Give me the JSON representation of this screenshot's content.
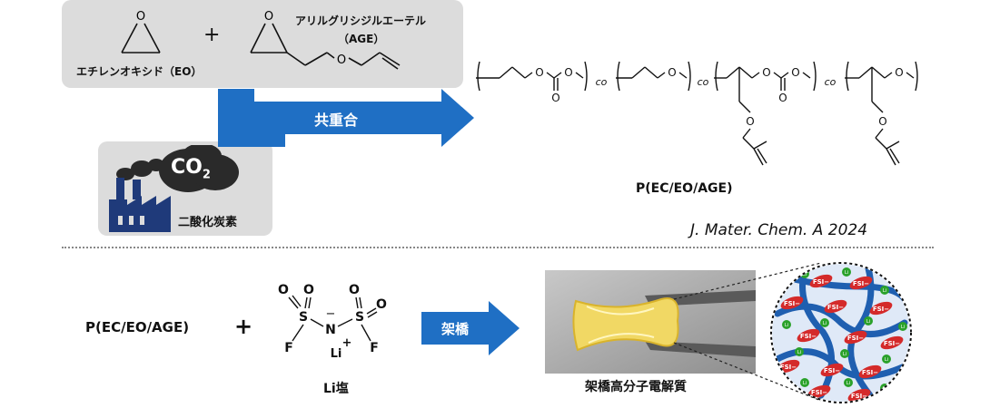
{
  "top": {
    "eo_label": "エチレンオキシド（EO）",
    "plus": "+",
    "age_label_1": "アリルグリシジルエーテル",
    "age_label_2": "（AGE）",
    "co2_text": "CO",
    "co2_sub": "2",
    "co2_label": "二酸化炭素",
    "arrow_label": "共重合",
    "polymer_name": "P(EC/EO/AGE)",
    "co_mark": "co",
    "atom_o": "O"
  },
  "citation": "J. Mater. Chem. A 2024",
  "bottom": {
    "polymer": "P(EC/EO/AGE)",
    "plus": "+",
    "atom_o": "O",
    "atom_s": "S",
    "atom_n": "N",
    "atom_f": "F",
    "minus": "−",
    "li": "Li",
    "li_plus": "+",
    "salt_label": "Li塩",
    "arrow_label": "架橋",
    "product_label": "架橋高分子電解質",
    "fsi": "FSI",
    "fsi_sup": "−",
    "li_small": "Li"
  },
  "colors": {
    "arrow_blue": "#1f6fc4",
    "panel_gray": "#dcdcdc",
    "factory_navy": "#1f3a7a",
    "network_blue": "#1f5fb0",
    "fsi_red": "#d42a2a",
    "li_green": "#2aa12a"
  }
}
